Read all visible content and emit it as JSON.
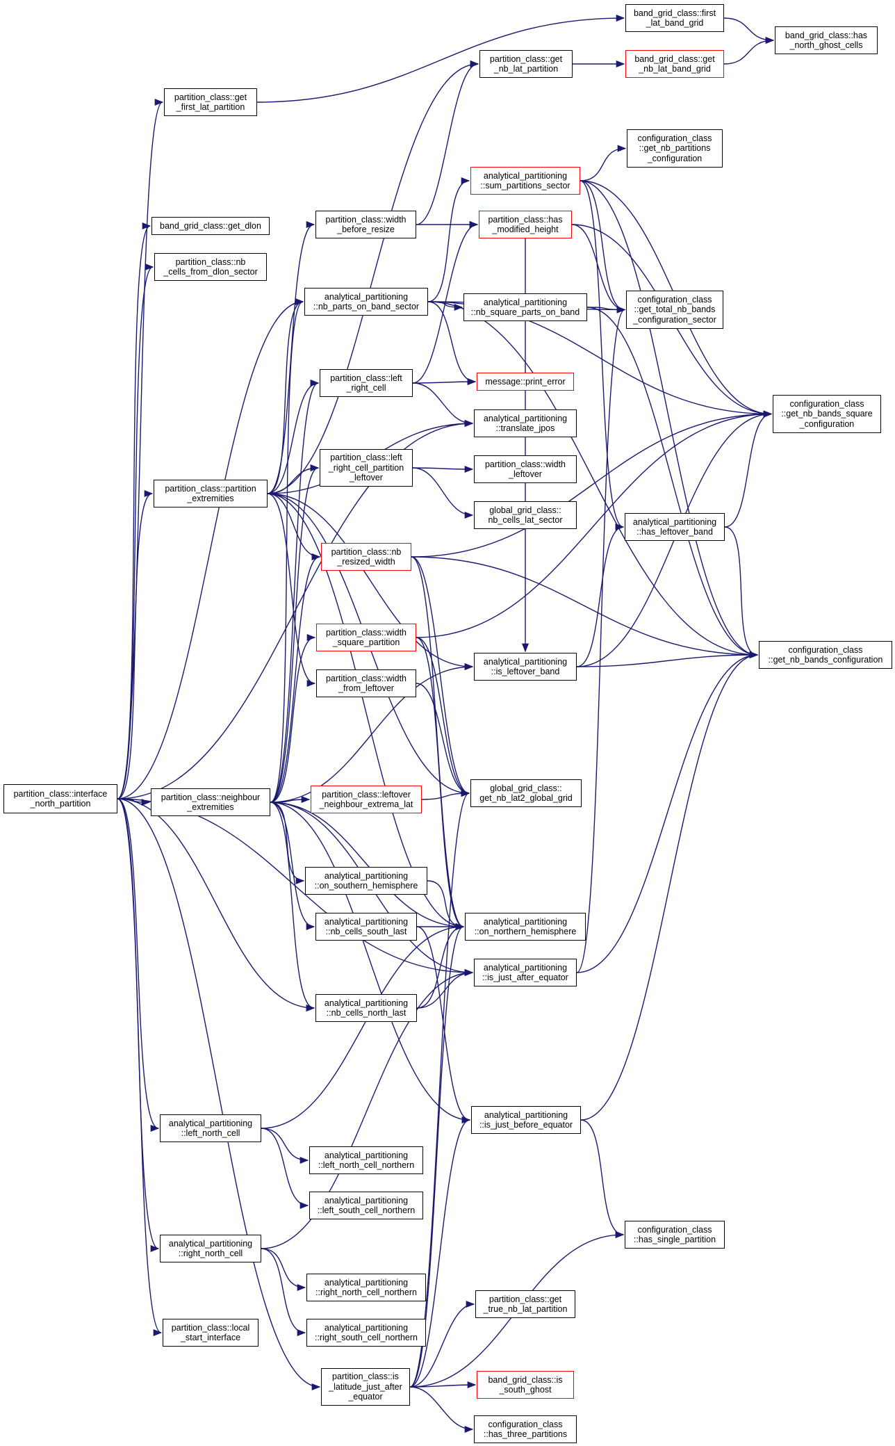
{
  "colors": {
    "edge": "#191970",
    "node_border": "#000000",
    "truncated_border": "#ff0000",
    "root_fill": "#bfbfbf"
  },
  "nodes": {
    "root": {
      "label": "partition_class::interface\n_north_partition",
      "style": "root"
    },
    "get_first_lat_partition": {
      "label": "partition_class::get\n_first_lat_partition"
    },
    "get_dlon": {
      "label": "band_grid_class::get_dlon"
    },
    "nb_cells_from_dlon_sector": {
      "label": "partition_class::nb\n_cells_from_dlon_sector"
    },
    "partition_extremities": {
      "label": "partition_class::partition\n_extremities"
    },
    "neighbour_extremities": {
      "label": "partition_class::neighbour\n_extremities"
    },
    "left_north_cell": {
      "label": "analytical_partitioning\n::left_north_cell"
    },
    "right_north_cell": {
      "label": "analytical_partitioning\n::right_north_cell"
    },
    "local_start_interface": {
      "label": "partition_class::local\n_start_interface"
    },
    "is_latitude_just_after_equator": {
      "label": "partition_class::is\n_latitude_just_after\n_equator"
    },
    "get_nb_lat_partition": {
      "label": "partition_class::get\n_nb_lat_partition"
    },
    "width_before_resize": {
      "label": "partition_class::width\n_before_resize"
    },
    "nb_parts_on_band_sector": {
      "label": "analytical_partitioning\n::nb_parts_on_band_sector"
    },
    "left_right_cell": {
      "label": "partition_class::left\n_right_cell"
    },
    "left_right_cell_partition_leftover": {
      "label": "partition_class::left\n_right_cell_partition\n_leftover"
    },
    "nb_resized_width": {
      "label": "partition_class::nb\n_resized_width",
      "style": "red"
    },
    "width_square_partition": {
      "label": "partition_class::width\n_square_partition",
      "style": "red"
    },
    "width_from_leftover": {
      "label": "partition_class::width\n_from_leftover"
    },
    "leftover_neighbour_extrema_lat": {
      "label": "partition_class::leftover\n_neighbour_extrema_lat",
      "style": "red"
    },
    "on_southern_hemisphere": {
      "label": "analytical_partitioning\n::on_southern_hemisphere"
    },
    "nb_cells_south_last": {
      "label": "analytical_partitioning\n::nb_cells_south_last"
    },
    "nb_cells_north_last": {
      "label": "analytical_partitioning\n::nb_cells_north_last"
    },
    "left_north_cell_northern": {
      "label": "analytical_partitioning\n::left_north_cell_northern"
    },
    "left_south_cell_northern": {
      "label": "analytical_partitioning\n::left_south_cell_northern"
    },
    "right_north_cell_northern": {
      "label": "analytical_partitioning\n::right_north_cell_northern"
    },
    "right_south_cell_northern": {
      "label": "analytical_partitioning\n::right_south_cell_northern"
    },
    "first_lat_band_grid": {
      "label": "band_grid_class::first\n_lat_band_grid"
    },
    "get_nb_lat_band_grid": {
      "label": "band_grid_class::get\n_nb_lat_band_grid",
      "style": "red"
    },
    "sum_partitions_sector": {
      "label": "analytical_partitioning\n::sum_partitions_sector",
      "style": "red"
    },
    "has_modified_height": {
      "label": "partition_class::has\n_modified_height",
      "style": "red"
    },
    "nb_square_parts_on_band": {
      "label": "analytical_partitioning\n::nb_square_parts_on_band"
    },
    "print_error": {
      "label": "message::print_error",
      "style": "red"
    },
    "translate_jpos": {
      "label": "analytical_partitioning\n::translate_jpos"
    },
    "width_leftover": {
      "label": "partition_class::width\n_leftover"
    },
    "nb_cells_lat_sector": {
      "label": "global_grid_class::\nnb_cells_lat_sector"
    },
    "is_leftover_band": {
      "label": "analytical_partitioning\n::is_leftover_band"
    },
    "get_nb_lat2_global_grid": {
      "label": "global_grid_class::\nget_nb_lat2_global_grid"
    },
    "on_northern_hemisphere": {
      "label": "analytical_partitioning\n::on_northern_hemisphere"
    },
    "is_just_after_equator": {
      "label": "analytical_partitioning\n::is_just_after_equator"
    },
    "is_just_before_equator": {
      "label": "analytical_partitioning\n::is_just_before_equator"
    },
    "get_true_nb_lat_partition": {
      "label": "partition_class::get\n_true_nb_lat_partition"
    },
    "is_south_ghost": {
      "label": "band_grid_class::is\n_south_ghost",
      "style": "red"
    },
    "has_three_partitions": {
      "label": "configuration_class\n::has_three_partitions"
    },
    "has_north_ghost_cells": {
      "label": "band_grid_class::has\n_north_ghost_cells"
    },
    "get_nb_partitions_configuration": {
      "label": "configuration_class\n::get_nb_partitions\n_configuration"
    },
    "get_total_nb_bands_configuration_sector": {
      "label": "configuration_class\n::get_total_nb_bands\n_configuration_sector"
    },
    "get_nb_bands_square_configuration": {
      "label": "configuration_class\n::get_nb_bands_square\n_configuration"
    },
    "has_leftover_band": {
      "label": "analytical_partitioning\n::has_leftover_band"
    },
    "get_nb_bands_configuration": {
      "label": "configuration_class\n::get_nb_bands_configuration"
    },
    "has_single_partition": {
      "label": "configuration_class\n::has_single_partition"
    }
  },
  "edges": [
    [
      "root",
      "get_first_lat_partition"
    ],
    [
      "root",
      "get_dlon"
    ],
    [
      "root",
      "nb_cells_from_dlon_sector"
    ],
    [
      "root",
      "nb_parts_on_band_sector"
    ],
    [
      "root",
      "translate_jpos"
    ],
    [
      "root",
      "partition_extremities"
    ],
    [
      "root",
      "neighbour_extremities"
    ],
    [
      "root",
      "nb_cells_north_last"
    ],
    [
      "root",
      "is_just_after_equator"
    ],
    [
      "root",
      "left_north_cell"
    ],
    [
      "root",
      "right_north_cell"
    ],
    [
      "root",
      "local_start_interface"
    ],
    [
      "root",
      "is_latitude_just_after_equator"
    ],
    [
      "get_first_lat_partition",
      "first_lat_band_grid"
    ],
    [
      "first_lat_band_grid",
      "has_north_ghost_cells"
    ],
    [
      "get_nb_lat_partition",
      "get_nb_lat_band_grid"
    ],
    [
      "get_nb_lat_band_grid",
      "has_north_ghost_cells"
    ],
    [
      "partition_extremities",
      "get_nb_lat_partition"
    ],
    [
      "partition_extremities",
      "width_before_resize"
    ],
    [
      "partition_extremities",
      "nb_parts_on_band_sector"
    ],
    [
      "partition_extremities",
      "left_right_cell"
    ],
    [
      "partition_extremities",
      "translate_jpos"
    ],
    [
      "partition_extremities",
      "left_right_cell_partition_leftover"
    ],
    [
      "partition_extremities",
      "nb_resized_width"
    ],
    [
      "partition_extremities",
      "is_leftover_band"
    ],
    [
      "partition_extremities",
      "width_from_leftover"
    ],
    [
      "partition_extremities",
      "get_nb_lat2_global_grid"
    ],
    [
      "partition_extremities",
      "on_northern_hemisphere"
    ],
    [
      "neighbour_extremities",
      "nb_parts_on_band_sector"
    ],
    [
      "neighbour_extremities",
      "left_right_cell"
    ],
    [
      "neighbour_extremities",
      "left_right_cell_partition_leftover"
    ],
    [
      "neighbour_extremities",
      "nb_resized_width"
    ],
    [
      "neighbour_extremities",
      "width_square_partition"
    ],
    [
      "neighbour_extremities",
      "is_leftover_band"
    ],
    [
      "neighbour_extremities",
      "leftover_neighbour_extrema_lat"
    ],
    [
      "neighbour_extremities",
      "on_southern_hemisphere"
    ],
    [
      "neighbour_extremities",
      "nb_cells_south_last"
    ],
    [
      "neighbour_extremities",
      "on_northern_hemisphere"
    ],
    [
      "neighbour_extremities",
      "is_just_after_equator"
    ],
    [
      "neighbour_extremities",
      "nb_cells_north_last"
    ],
    [
      "neighbour_extremities",
      "is_just_before_equator"
    ],
    [
      "width_before_resize",
      "get_nb_lat_partition"
    ],
    [
      "width_before_resize",
      "has_modified_height"
    ],
    [
      "nb_parts_on_band_sector",
      "sum_partitions_sector"
    ],
    [
      "nb_parts_on_band_sector",
      "get_total_nb_bands_configuration_sector"
    ],
    [
      "nb_parts_on_band_sector",
      "nb_square_parts_on_band"
    ],
    [
      "nb_parts_on_band_sector",
      "print_error"
    ],
    [
      "nb_parts_on_band_sector",
      "get_nb_bands_configuration"
    ],
    [
      "nb_parts_on_band_sector",
      "get_nb_bands_square_configuration"
    ],
    [
      "left_right_cell",
      "has_modified_height"
    ],
    [
      "left_right_cell",
      "print_error"
    ],
    [
      "left_right_cell",
      "translate_jpos"
    ],
    [
      "left_right_cell_partition_leftover",
      "width_leftover"
    ],
    [
      "left_right_cell_partition_leftover",
      "nb_cells_lat_sector"
    ],
    [
      "nb_resized_width",
      "get_nb_bands_square_configuration"
    ],
    [
      "nb_resized_width",
      "get_nb_bands_configuration"
    ],
    [
      "nb_resized_width",
      "get_nb_lat2_global_grid"
    ],
    [
      "nb_resized_width",
      "on_northern_hemisphere"
    ],
    [
      "width_square_partition",
      "get_nb_bands_square_configuration"
    ],
    [
      "width_square_partition",
      "get_nb_lat2_global_grid"
    ],
    [
      "width_square_partition",
      "on_northern_hemisphere"
    ],
    [
      "width_from_leftover",
      "get_nb_lat2_global_grid"
    ],
    [
      "leftover_neighbour_extrema_lat",
      "get_nb_lat2_global_grid"
    ],
    [
      "on_southern_hemisphere",
      "on_northern_hemisphere"
    ],
    [
      "nb_cells_south_last",
      "on_northern_hemisphere"
    ],
    [
      "nb_cells_south_last",
      "is_just_before_equator"
    ],
    [
      "nb_cells_north_last",
      "on_northern_hemisphere"
    ],
    [
      "nb_cells_north_last",
      "is_just_after_equator"
    ],
    [
      "is_just_after_equator",
      "get_nb_bands_configuration"
    ],
    [
      "is_just_after_equator",
      "get_total_nb_bands_configuration_sector"
    ],
    [
      "is_just_before_equator",
      "get_nb_bands_configuration"
    ],
    [
      "is_just_before_equator",
      "has_single_partition"
    ],
    [
      "left_north_cell",
      "left_north_cell_northern"
    ],
    [
      "left_north_cell",
      "left_south_cell_northern"
    ],
    [
      "left_north_cell",
      "on_northern_hemisphere"
    ],
    [
      "right_north_cell",
      "right_north_cell_northern"
    ],
    [
      "right_north_cell",
      "right_south_cell_northern"
    ],
    [
      "right_north_cell",
      "is_just_after_equator"
    ],
    [
      "is_latitude_just_after_equator",
      "get_true_nb_lat_partition"
    ],
    [
      "is_latitude_just_after_equator",
      "is_south_ghost"
    ],
    [
      "is_latitude_just_after_equator",
      "has_three_partitions"
    ],
    [
      "is_latitude_just_after_equator",
      "has_single_partition"
    ],
    [
      "is_latitude_just_after_equator",
      "is_just_before_equator"
    ],
    [
      "is_latitude_just_after_equator",
      "get_nb_lat2_global_grid"
    ],
    [
      "is_latitude_just_after_equator",
      "on_northern_hemisphere"
    ],
    [
      "sum_partitions_sector",
      "get_nb_partitions_configuration"
    ],
    [
      "sum_partitions_sector",
      "get_total_nb_bands_configuration_sector"
    ],
    [
      "sum_partitions_sector",
      "get_nb_bands_square_configuration"
    ],
    [
      "sum_partitions_sector",
      "has_leftover_band"
    ],
    [
      "sum_partitions_sector",
      "get_nb_bands_configuration"
    ],
    [
      "has_modified_height",
      "get_total_nb_bands_configuration_sector"
    ],
    [
      "has_modified_height",
      "get_nb_bands_square_configuration"
    ],
    [
      "has_modified_height",
      "is_leftover_band"
    ],
    [
      "nb_square_parts_on_band",
      "get_total_nb_bands_configuration_sector"
    ],
    [
      "nb_square_parts_on_band",
      "get_nb_bands_configuration"
    ],
    [
      "is_leftover_band",
      "get_nb_bands_configuration"
    ],
    [
      "is_leftover_band",
      "has_leftover_band"
    ],
    [
      "is_leftover_band",
      "get_nb_bands_square_configuration"
    ],
    [
      "has_leftover_band",
      "get_nb_bands_configuration"
    ],
    [
      "has_leftover_band",
      "get_nb_bands_square_configuration"
    ]
  ]
}
